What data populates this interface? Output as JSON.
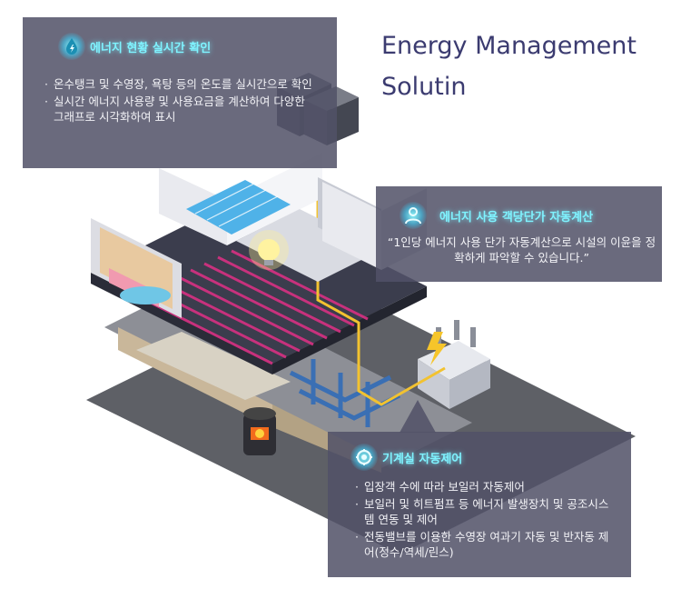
{
  "brand": {
    "title": "Energy Management\nSolutin"
  },
  "panels": {
    "realtime": {
      "title": "에너지 현황 실시간 확인",
      "icon": "water-drop-icon",
      "items": [
        "온수탱크 및 수영장, 욕탕 등의 온도를 실시간으로 확인",
        "실시간 에너지 사용량 및 사용요금을 계산하여 다양한 그래프로 시각화하여 표시"
      ]
    },
    "unit_cost": {
      "title": "에너지 사용 객당단가 자동계산",
      "icon": "person-icon",
      "quote": "“1인당 에너지 사용 단가 자동계산으로 시설의 이윤을 정확하게 파악할 수 있습니다.”"
    },
    "machine_room": {
      "title": "기계실 자동제어",
      "icon": "gear-cycle-icon",
      "items": [
        "입장객 수에 따라 보일러 자동제어",
        "보일러 및 히트펌프 등 에너지 발생장치 및 공조시스템 연동 및 제어",
        "전동밸브를 이용한 수영장 여과기 자동 및 반자동 제어(정수/역세/린스)"
      ]
    }
  },
  "colors": {
    "panel_bg": "#525268",
    "accent_glow": "#7ff3ff",
    "brand_text": "#3b3b70",
    "heating_pipes": "#d0307f",
    "energy_line": "#f2c230"
  }
}
